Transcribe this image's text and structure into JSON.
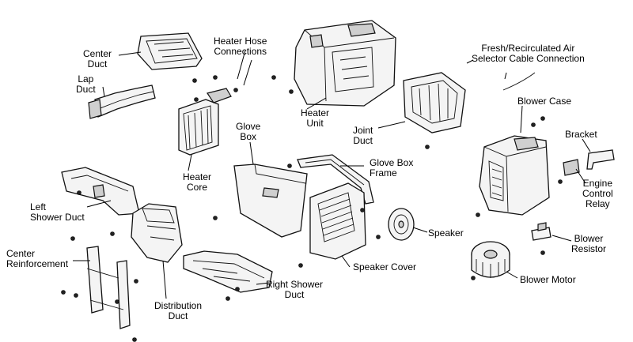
{
  "labels": {
    "center_duct": [
      "Center",
      "Duct"
    ],
    "heater_hose": [
      "Heater Hose",
      "Connections"
    ],
    "fresh_air": [
      "Fresh/Recirculated Air",
      "Selector Cable Connection"
    ],
    "lap_duct": [
      "Lap",
      "Duct"
    ],
    "heater_unit": [
      "Heater",
      "Unit"
    ],
    "blower_case": [
      "Blower Case"
    ],
    "joint_duct": [
      "Joint",
      "Duct"
    ],
    "bracket": [
      "Bracket"
    ],
    "glove_box": [
      "Glove",
      "Box"
    ],
    "heater_core": [
      "Heater",
      "Core"
    ],
    "glove_box_frame": [
      "Glove Box",
      "Frame"
    ],
    "engine_control_relay": [
      "Engine",
      "Control",
      "Relay"
    ],
    "left_shower_duct": [
      "Left",
      "Shower Duct"
    ],
    "speaker": [
      "Speaker"
    ],
    "center_reinforcement": [
      "Center",
      "Reinforcement"
    ],
    "blower_resistor": [
      "Blower",
      "Resistor"
    ],
    "speaker_cover": [
      "Speaker Cover"
    ],
    "blower_motor": [
      "Blower Motor"
    ],
    "right_shower_duct": [
      "Right Shower",
      "Duct"
    ],
    "distribution_duct": [
      "Distribution",
      "Duct"
    ]
  }
}
